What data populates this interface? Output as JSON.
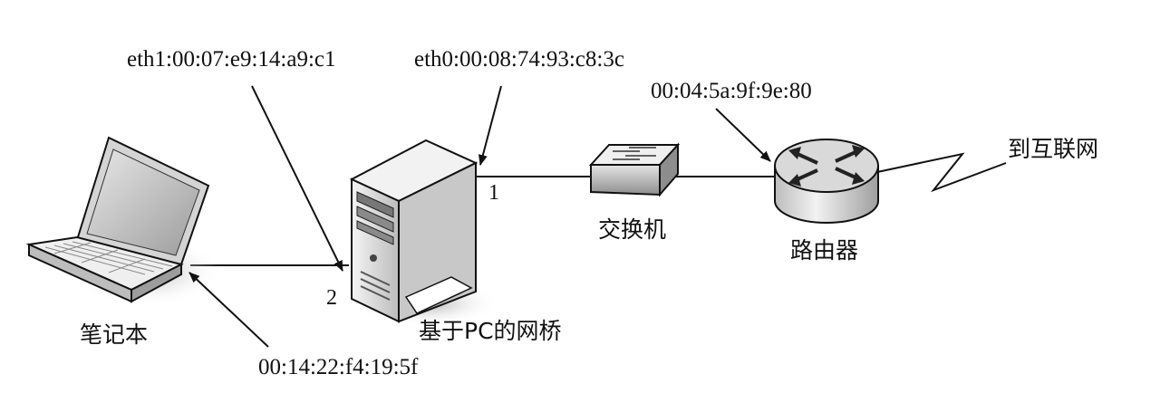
{
  "devices": {
    "laptop": {
      "label": "笔记本",
      "mac": "00:14:22:f4:19:5f"
    },
    "bridge": {
      "label": "基于PC的网桥",
      "eth1": "eth1:00:07:e9:14:a9:c1",
      "eth0": "eth0:00:08:74:93:c8:3c",
      "port1": "1",
      "port2": "2"
    },
    "switch": {
      "label": "交换机"
    },
    "router": {
      "label": "路由器",
      "mac": "00:04:5a:9f:9e:80"
    },
    "internet": {
      "label": "到互联网"
    }
  }
}
